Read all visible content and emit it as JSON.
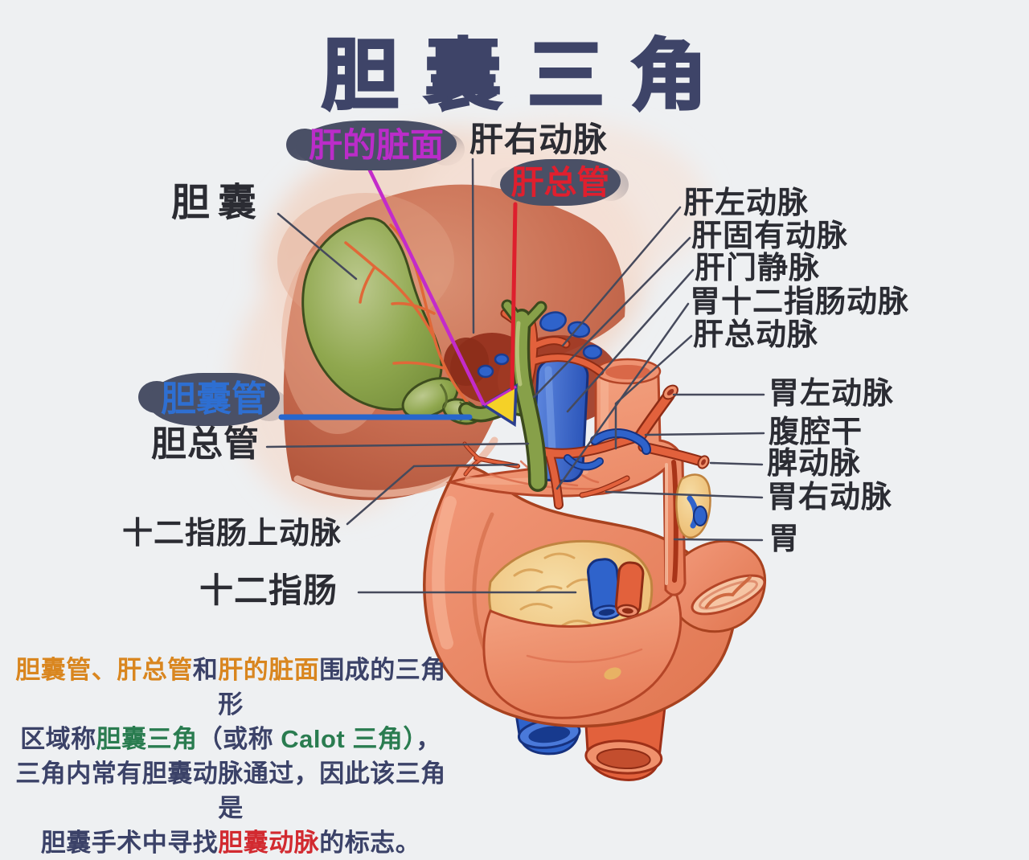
{
  "title": "胆囊三角",
  "colors": {
    "background": "#eef0f2",
    "title_navy": "#3e4468",
    "cloud_background": "#4a5066",
    "visceral_surface_text": "#bb2cc9",
    "common_hepatic_duct_text": "#e01f2e",
    "cystic_duct_text": "#2e6fd2",
    "caption_orange": "#d9861f",
    "caption_green": "#2a7c50",
    "caption_red": "#d22a30",
    "caption_navy": "#3b4268",
    "gallbladder_green": "#8fa74e",
    "liver_salmon": "#c96e52",
    "artery_orange": "#e2613c",
    "vein_blue": "#2f63cb",
    "calot_triangle_yellow": "#f5d127"
  },
  "callouts": {
    "visceral_surface_of_liver": "肝的脏面",
    "common_hepatic_duct": "肝总管",
    "cystic_duct": "胆囊管"
  },
  "labels": {
    "gallbladder": "胆囊",
    "right_hepatic_artery": "肝右动脉",
    "left_hepatic_artery": "肝左动脉",
    "proper_hepatic_artery": "肝固有动脉",
    "hepatic_portal_vein": "肝门静脉",
    "gastroduodenal_artery": "胃十二指肠动脉",
    "common_hepatic_artery": "肝总动脉",
    "left_gastric_artery": "胃左动脉",
    "celiac_trunk": "腹腔干",
    "splenic_artery": "脾动脉",
    "right_gastric_artery": "胃右动脉",
    "stomach": "胃",
    "common_bile_duct": "胆总管",
    "supraduodenal_artery": "十二指肠上动脉",
    "duodenum": "十二指肠"
  },
  "caption": {
    "segments": [
      {
        "text": "胆囊管",
        "color": "orange"
      },
      {
        "text": "、",
        "color": "orange"
      },
      {
        "text": "肝总管",
        "color": "orange"
      },
      {
        "text": "和",
        "color": "navy"
      },
      {
        "text": "肝的脏面",
        "color": "orange"
      },
      {
        "text": "围成的三角形",
        "color": "navy"
      },
      {
        "text": "区域称",
        "color": "navy"
      },
      {
        "text": "胆囊三角",
        "color": "green"
      },
      {
        "text": "（或称 ",
        "color": "navy"
      },
      {
        "text": "Calot 三角）",
        "color": "green"
      },
      {
        "text": "，",
        "color": "navy"
      },
      {
        "text": "三角内常有胆囊动脉通过，因此该三角是",
        "color": "navy"
      },
      {
        "text": "胆囊手术中寻找",
        "color": "navy"
      },
      {
        "text": "胆囊动脉",
        "color": "red"
      },
      {
        "text": "的标志。",
        "color": "navy"
      }
    ]
  }
}
